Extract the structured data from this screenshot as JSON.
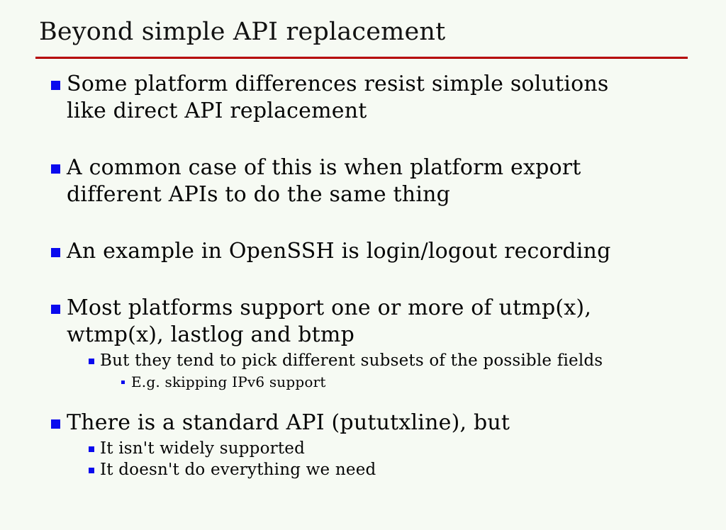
{
  "slide": {
    "title": "Beyond simple API replacement",
    "colors": {
      "background": "#f6faf3",
      "title_rule": "#cc0000",
      "bullet": "#0a0aee",
      "text": "#050505"
    },
    "items": [
      {
        "level": 1,
        "text": "Some platform differences resist simple solutions\nlike direct API replacement"
      },
      {
        "level": 1,
        "text": "A common case of this is when platform export\ndifferent APIs to do the same thing"
      },
      {
        "level": 1,
        "text": "An example in OpenSSH is login/logout recording"
      },
      {
        "level": 1,
        "text": "Most platforms support one or more of utmp(x),\nwtmp(x), lastlog and btmp"
      },
      {
        "level": 2,
        "text": "But they tend to pick different subsets of the possible fields"
      },
      {
        "level": 3,
        "text": "E.g. skipping IPv6 support"
      },
      {
        "level": 1,
        "text": "There is a standard API (pututxline), but"
      },
      {
        "level": 2,
        "text": "It isn't widely supported"
      },
      {
        "level": 2,
        "text": "It doesn't do everything we need"
      }
    ]
  }
}
